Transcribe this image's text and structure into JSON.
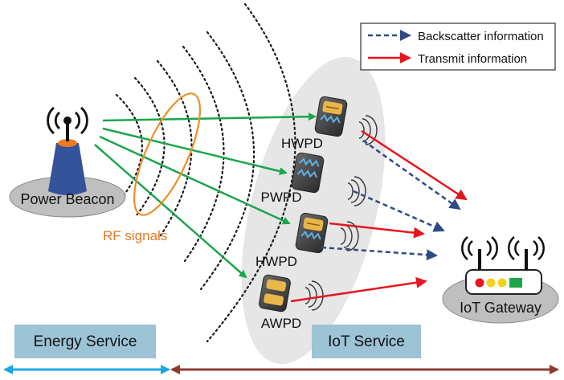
{
  "legend": {
    "backscatter_label": "Backscatter information",
    "transmit_label": "Transmit information"
  },
  "power_beacon": {
    "label": "Power Beacon"
  },
  "rf_label": "RF signals",
  "devices": [
    {
      "label": "HWPD"
    },
    {
      "label": "PWPD"
    },
    {
      "label": "HWPD"
    },
    {
      "label": "AWPD"
    }
  ],
  "gateway": {
    "label": "IoT Gateway"
  },
  "services": {
    "energy": "Energy Service",
    "iot": "IoT Service"
  },
  "colors": {
    "green_arrow": "#1aa64a",
    "red_arrow": "#e8141e",
    "backscatter": "#2f4a86",
    "rf_ellipse": "#f08c28",
    "rf_text": "#e8761e",
    "service_box": "#9cc3d6",
    "energy_line": "#1ba9e6",
    "iot_line": "#8c3c2d",
    "ellipse_fill": "#e6e6e6",
    "beacon_body": "#34539a",
    "beacon_tip": "#f07a1e"
  }
}
